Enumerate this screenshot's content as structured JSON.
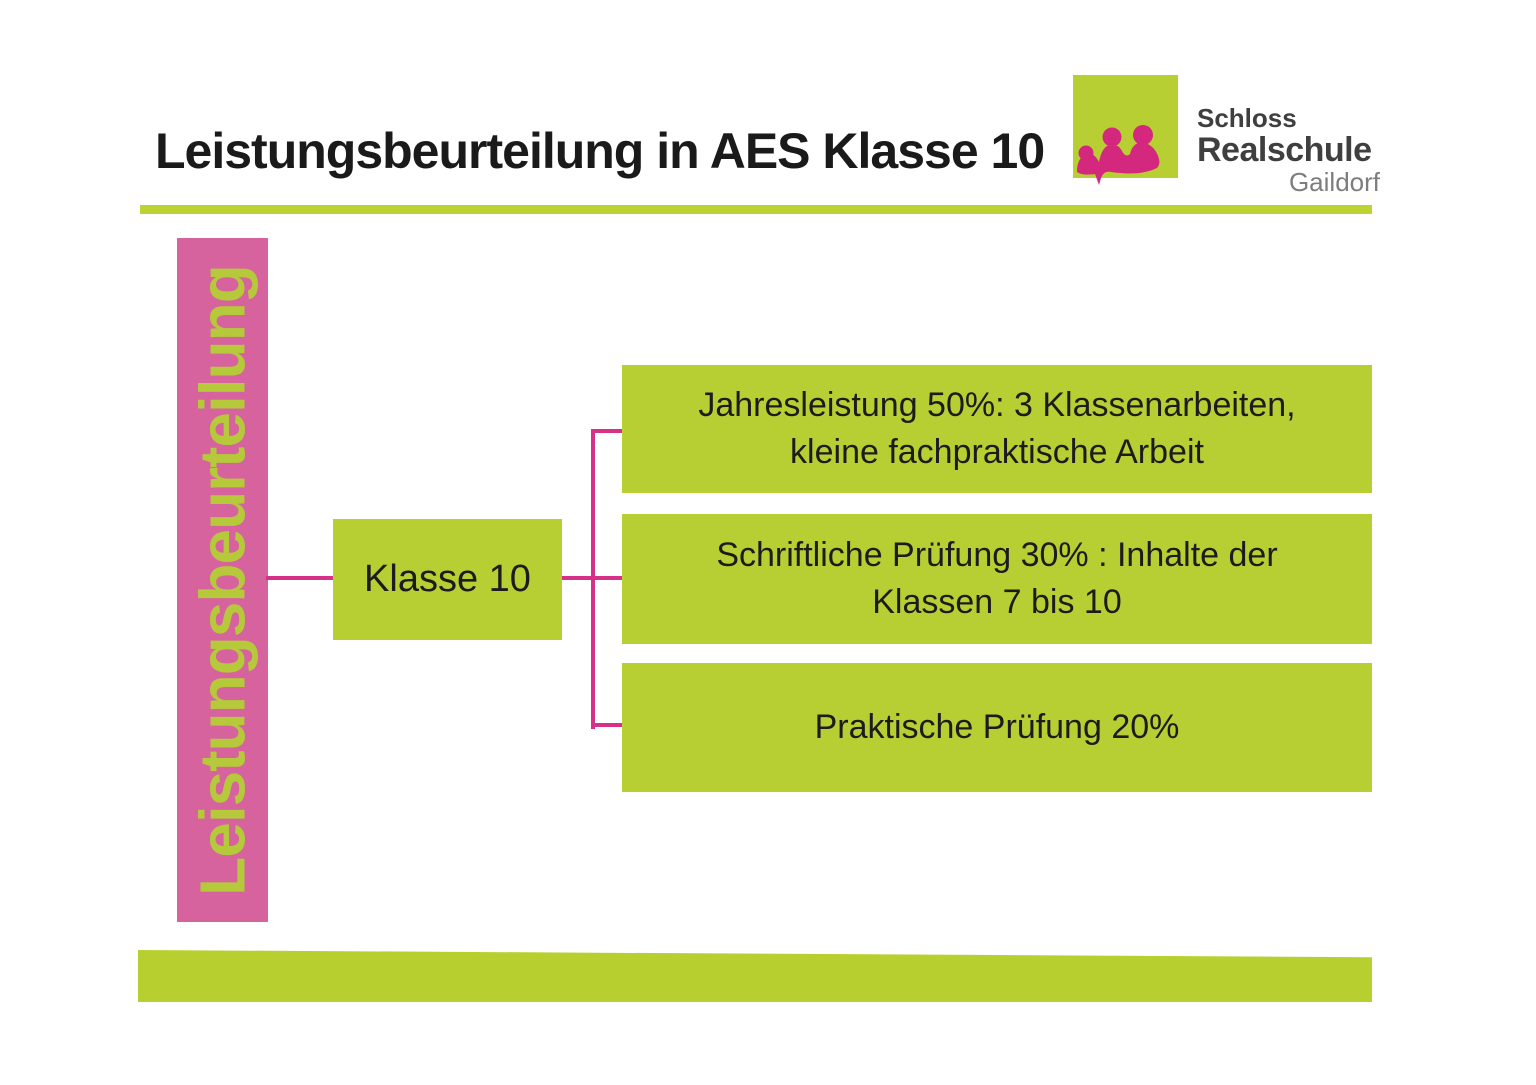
{
  "title": "Leistungsbeurteilung in AES Klasse 10",
  "sidebar_label": "Leistungsbeurteilung",
  "logo": {
    "icon": "three-people-crown-icon",
    "line1": "Schloss",
    "line2": "Realschule",
    "line3": "Gaildorf"
  },
  "diagram": {
    "root_label": "Klasse 10",
    "children": [
      {
        "line1": "Jahresleistung 50%: 3 Klassenarbeiten,",
        "line2": "kleine fachpraktische Arbeit"
      },
      {
        "line1": "Schriftliche Prüfung 30% : Inhalte der",
        "line2": "Klassen 7 bis 10"
      },
      {
        "line1": "Praktische Prüfung 20%",
        "line2": ""
      }
    ]
  },
  "colors": {
    "box_green": "#b8cf33",
    "line_green": "#bdd333",
    "banner_pink": "#d6639e",
    "connector_magenta": "#d63089",
    "logo_magenta": "#d4287f",
    "text_dark": "#1a1a1a"
  }
}
